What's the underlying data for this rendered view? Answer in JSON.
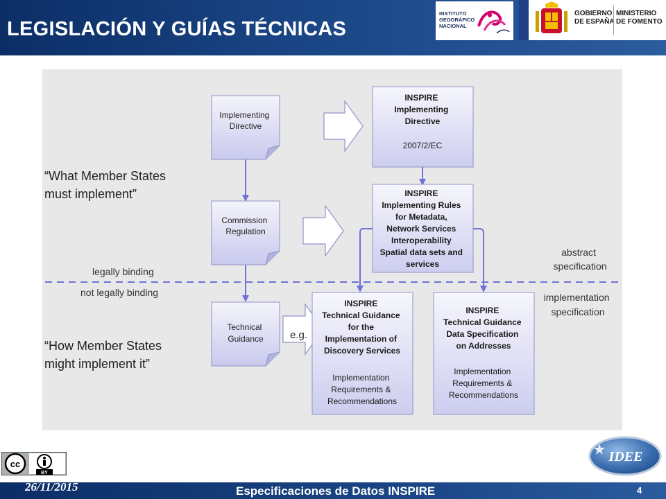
{
  "header": {
    "title": "LEGISLACIÓN Y GUÍAS TÉCNICAS",
    "logo_ign": "INSTITUTO\nGEOGRÁFICO\nNACIONAL",
    "logo_gob_1": "GOBIERNO\nDE ESPAÑA",
    "logo_gob_2": "MINISTERIO\nDE FOMENTO"
  },
  "diagram": {
    "left_label_top": [
      "“What Member States",
      "must implement”"
    ],
    "left_label_bottom": [
      "“How Member States",
      "might implement it”"
    ],
    "legally_binding": "legally binding",
    "not_legally_binding": "not legally binding",
    "abstract_spec": [
      "abstract",
      "specification"
    ],
    "implementation_spec": [
      "implementation",
      "specification"
    ],
    "eg": "e.g.",
    "doc_implementing_directive": [
      "Implementing",
      "Directive"
    ],
    "doc_commission_regulation": [
      "Commission",
      "Regulation"
    ],
    "doc_technical_guidance": [
      "Technical",
      "Guidance"
    ],
    "box_directive": {
      "bold": [
        "INSPIRE",
        "Implementing",
        "Directive"
      ],
      "normal": [
        "2007/2/EC"
      ]
    },
    "box_rules": {
      "bold": [
        "INSPIRE",
        "Implementing Rules",
        "for Metadata,",
        "Network Services",
        "Interoperability",
        "Spatial data sets and",
        "services"
      ]
    },
    "box_discovery": {
      "bold": [
        "INSPIRE",
        "Technical Guidance",
        "for the",
        "Implementation of",
        "Discovery Services"
      ],
      "normal": [
        "Implementation",
        "Requirements &",
        "Recommendations"
      ]
    },
    "box_addresses": {
      "bold": [
        "INSPIRE",
        "Technical Guidance",
        "Data Specification",
        "on Addresses"
      ],
      "normal": [
        "Implementation",
        "Requirements &",
        "Recommendations"
      ]
    }
  },
  "footer": {
    "date": "26/11/2015",
    "title": "Especificaciones de Datos INSPIRE",
    "page": "4",
    "cc_label": "BY",
    "idee": "IDEE"
  }
}
